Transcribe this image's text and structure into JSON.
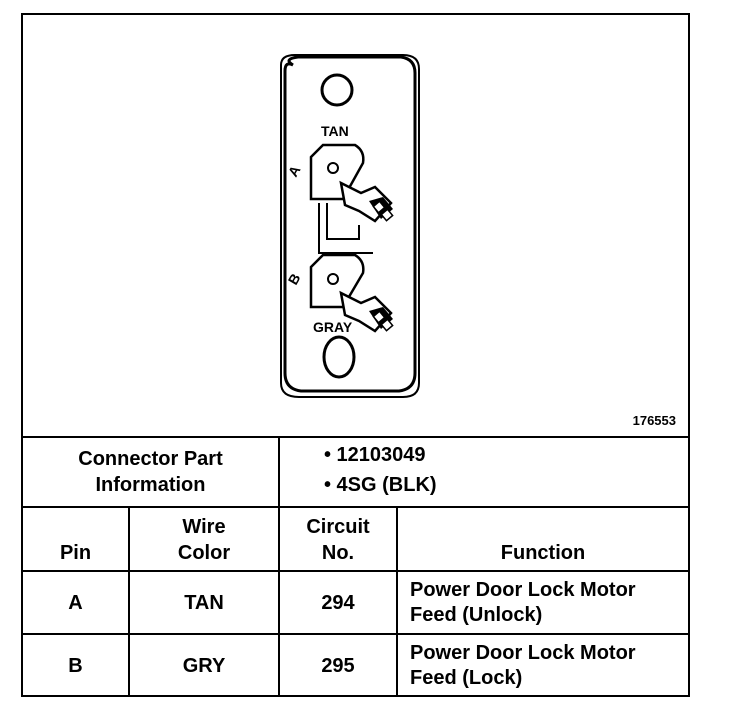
{
  "figure": {
    "label_top": "TAN",
    "label_bottom": "GRAY",
    "pin_a": "A",
    "pin_b": "B",
    "figure_number": "176553"
  },
  "connector": {
    "header_line1": "Connector Part",
    "header_line2": "Information",
    "parts": [
      "• 12103049",
      "• 4SG (BLK)"
    ]
  },
  "table": {
    "headers": {
      "pin": "Pin",
      "wire_color_1": "Wire",
      "wire_color_2": "Color",
      "circuit_1": "Circuit",
      "circuit_2": "No.",
      "function": "Function"
    },
    "rows": [
      {
        "pin": "A",
        "color": "TAN",
        "circuit": "294",
        "function_1": "Power Door Lock Motor",
        "function_2": "Feed (Unlock)"
      },
      {
        "pin": "B",
        "color": "GRY",
        "circuit": "295",
        "function_1": "Power Door Lock Motor",
        "function_2": "Feed (Lock)"
      }
    ]
  }
}
